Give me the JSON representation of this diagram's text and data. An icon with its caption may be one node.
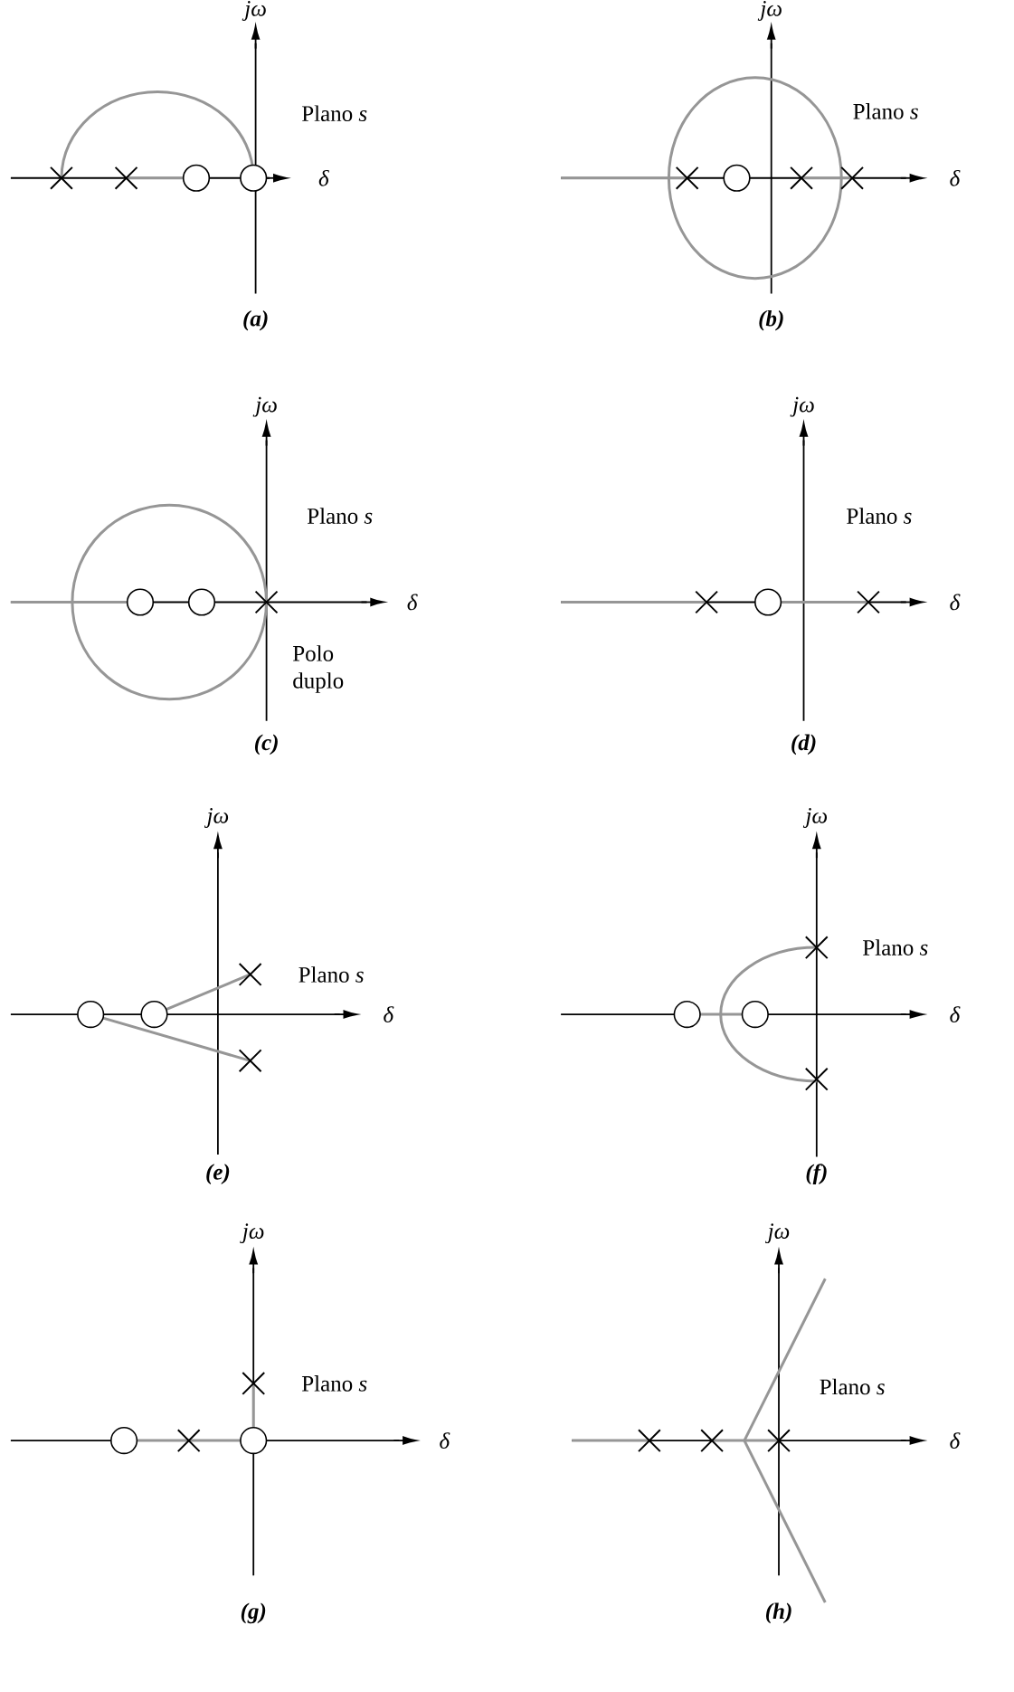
{
  "diagram": {
    "labels": [
      "jω",
      "Plano *s*",
      "δ",
      "(a)",
      "jω",
      "Plano *s*",
      "δ",
      "(b)",
      "jω",
      "Plano *s*",
      "δ",
      "Polo duplo",
      "(c)",
      "jω",
      "Plano *s*",
      "δ",
      "(d)",
      "jω",
      "Plano *s*",
      "δ",
      "(e)",
      "jω",
      "Plano *s*",
      "δ",
      "(f)",
      "jω",
      "Plano *s*",
      "δ",
      "(g)",
      "jω",
      "Plano *s*",
      "δ",
      "(h)"
    ]
  }
}
